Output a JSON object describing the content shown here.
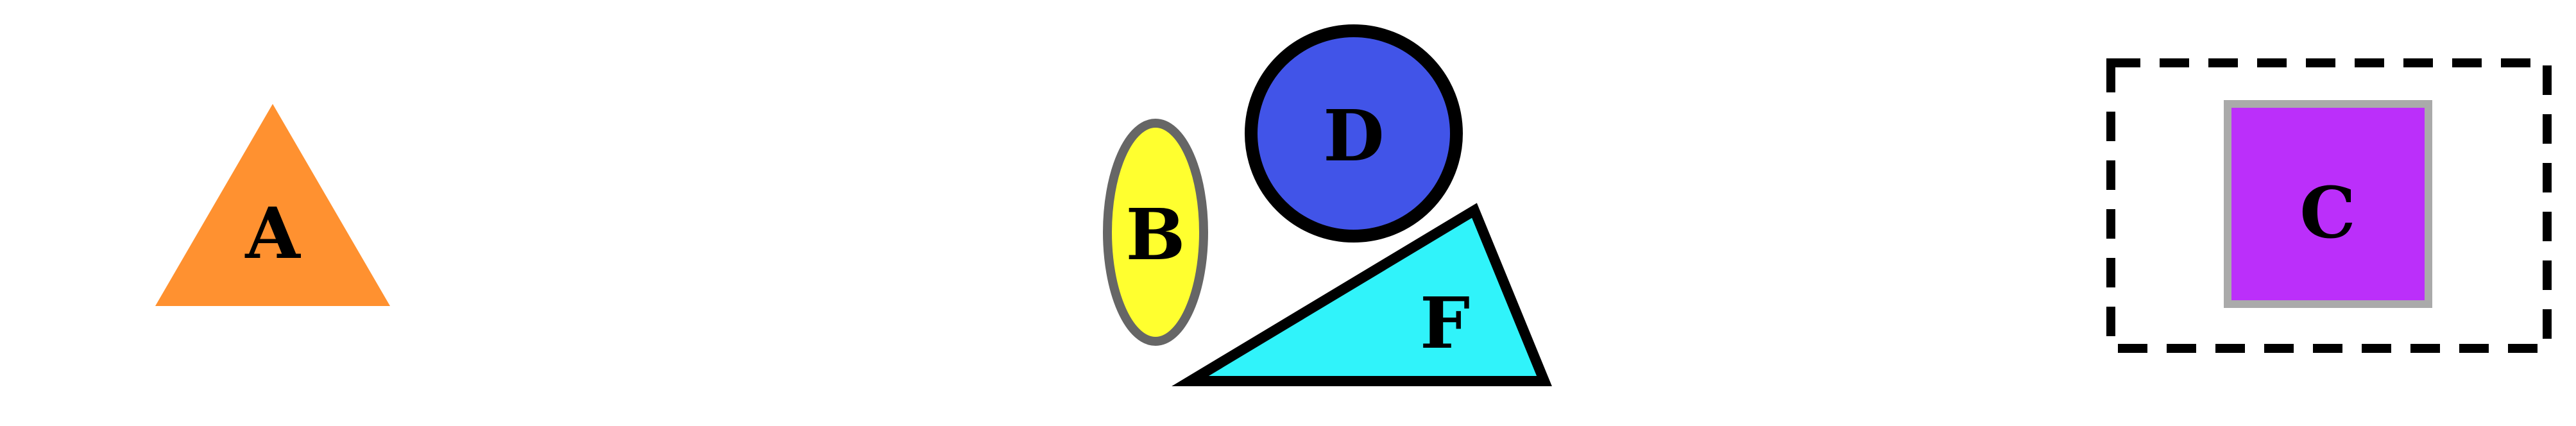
{
  "shapes": {
    "A": {
      "label": "A",
      "shape": "triangle",
      "fill": "#ff9130"
    },
    "B": {
      "label": "B",
      "shape": "ellipse",
      "fill": "#ffff2f",
      "stroke": "#666666"
    },
    "C": {
      "label": "C",
      "shape": "square",
      "fill": "#bb2ffa",
      "stroke": "#aaaaaa"
    },
    "D": {
      "label": "D",
      "shape": "circle",
      "fill": "#4154e8",
      "stroke": "#000000"
    },
    "F": {
      "label": "F",
      "shape": "right-triangle",
      "fill": "#30f3fa",
      "stroke": "#000000"
    }
  },
  "container": {
    "style": "dashed-box",
    "stroke": "#000000"
  }
}
